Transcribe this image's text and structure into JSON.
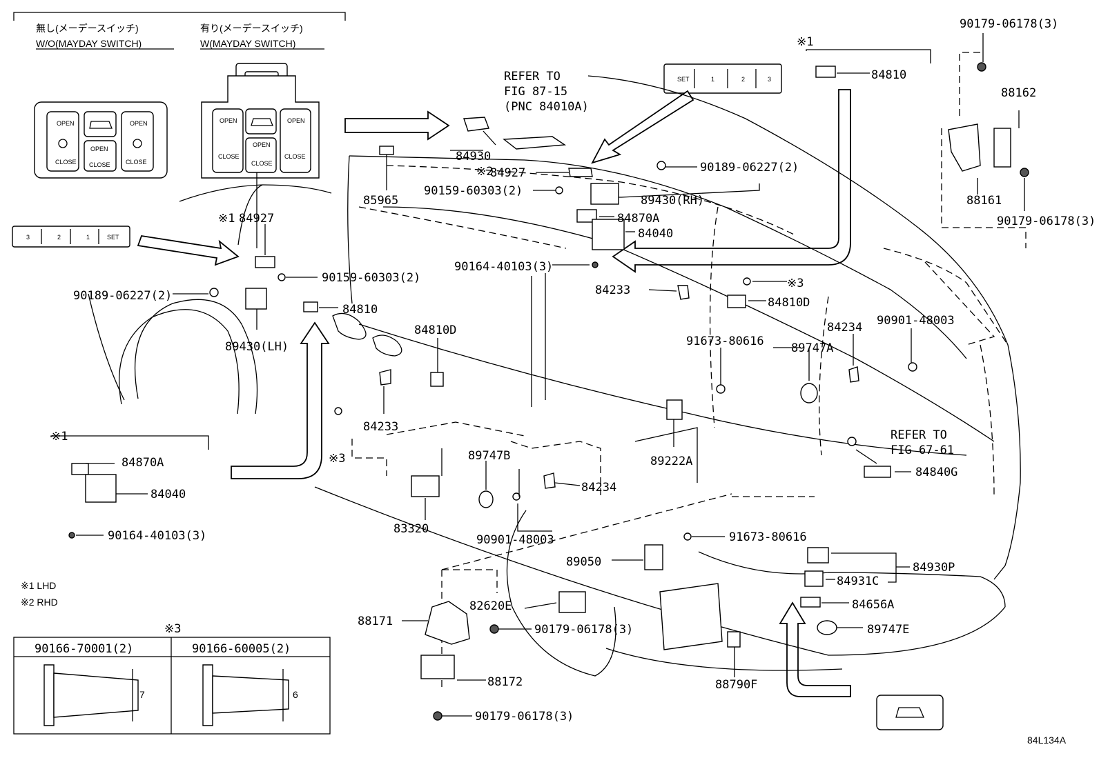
{
  "header": {
    "wo_jp": "無し(メーデースイッチ)",
    "wo_en": "W/O(MAYDAY SWITCH)",
    "w_jp": "有り(メーデースイッチ)",
    "w_en": "W(MAYDAY SWITCH)"
  },
  "switch_labels": {
    "open": "OPEN",
    "close": "CLOSE",
    "set": "SET",
    "m1": "1",
    "m2": "2",
    "m3": "3"
  },
  "refer1": [
    "REFER TO",
    "FIG 87-15",
    "(PNC 84010A)"
  ],
  "refer2": [
    "REFER TO",
    "FIG 67-61"
  ],
  "marks": {
    "m1": "※1",
    "m2": "※2",
    "m3": "※3"
  },
  "notes": {
    "lhd": "※1 LHD",
    "rhd": "※2 RHD"
  },
  "bolt_table": {
    "mark": "※3",
    "col1": "90166-70001(2)",
    "col2": "90166-60005(2)",
    "dim1": "7",
    "dim2": "6"
  },
  "parts": {
    "p84810_top": "84810",
    "p90179_tr": "90179-06178(3)",
    "p88162": "88162",
    "p88161": "88161",
    "p90179_r": "90179-06178(3)",
    "p84930": "84930",
    "p84927_rhd": "84927",
    "p90189_rh": "90189-06227(2)",
    "p90159_rh": "90159-60303(2)",
    "p89430rh": "89430(RH)",
    "p84870a_rh": "84870A",
    "p84040_rh": "84040",
    "p85965": "85965",
    "p84927_lhd": "84927",
    "p90159_lh": "90159-60303(2)",
    "p90189_lh": "90189-06227(2)",
    "p84810_lh": "84810",
    "p89430lh": "89430(LH)",
    "p90164_mid": "90164-40103(3)",
    "p84233_r": "84233",
    "p84810d_r": "84810D",
    "p84810d_m": "84810D",
    "p84234_r": "84234",
    "p90901_r": "90901-48003",
    "p91673_a": "91673-80616",
    "p89747a": "89747A",
    "p84233_l": "84233",
    "p89222a": "89222A",
    "p84840g": "84840G",
    "p84870a_b": "84870A",
    "p84040_b": "84040",
    "p90164_b": "90164-40103(3)",
    "p89747b": "89747B",
    "p84234_m": "84234",
    "p83320": "83320",
    "p90901_m": "90901-48003",
    "p91673_b": "91673-80616",
    "p89050": "89050",
    "p84930p": "84930P",
    "p84931c": "84931C",
    "p84656a": "84656A",
    "p88171": "88171",
    "p82620e": "82620E",
    "p90179_m": "90179-06178(3)",
    "p89747e": "89747E",
    "p88172": "88172",
    "p88790f": "88790F",
    "p90179_b": "90179-06178(3)"
  },
  "footer_code": "84L134A"
}
